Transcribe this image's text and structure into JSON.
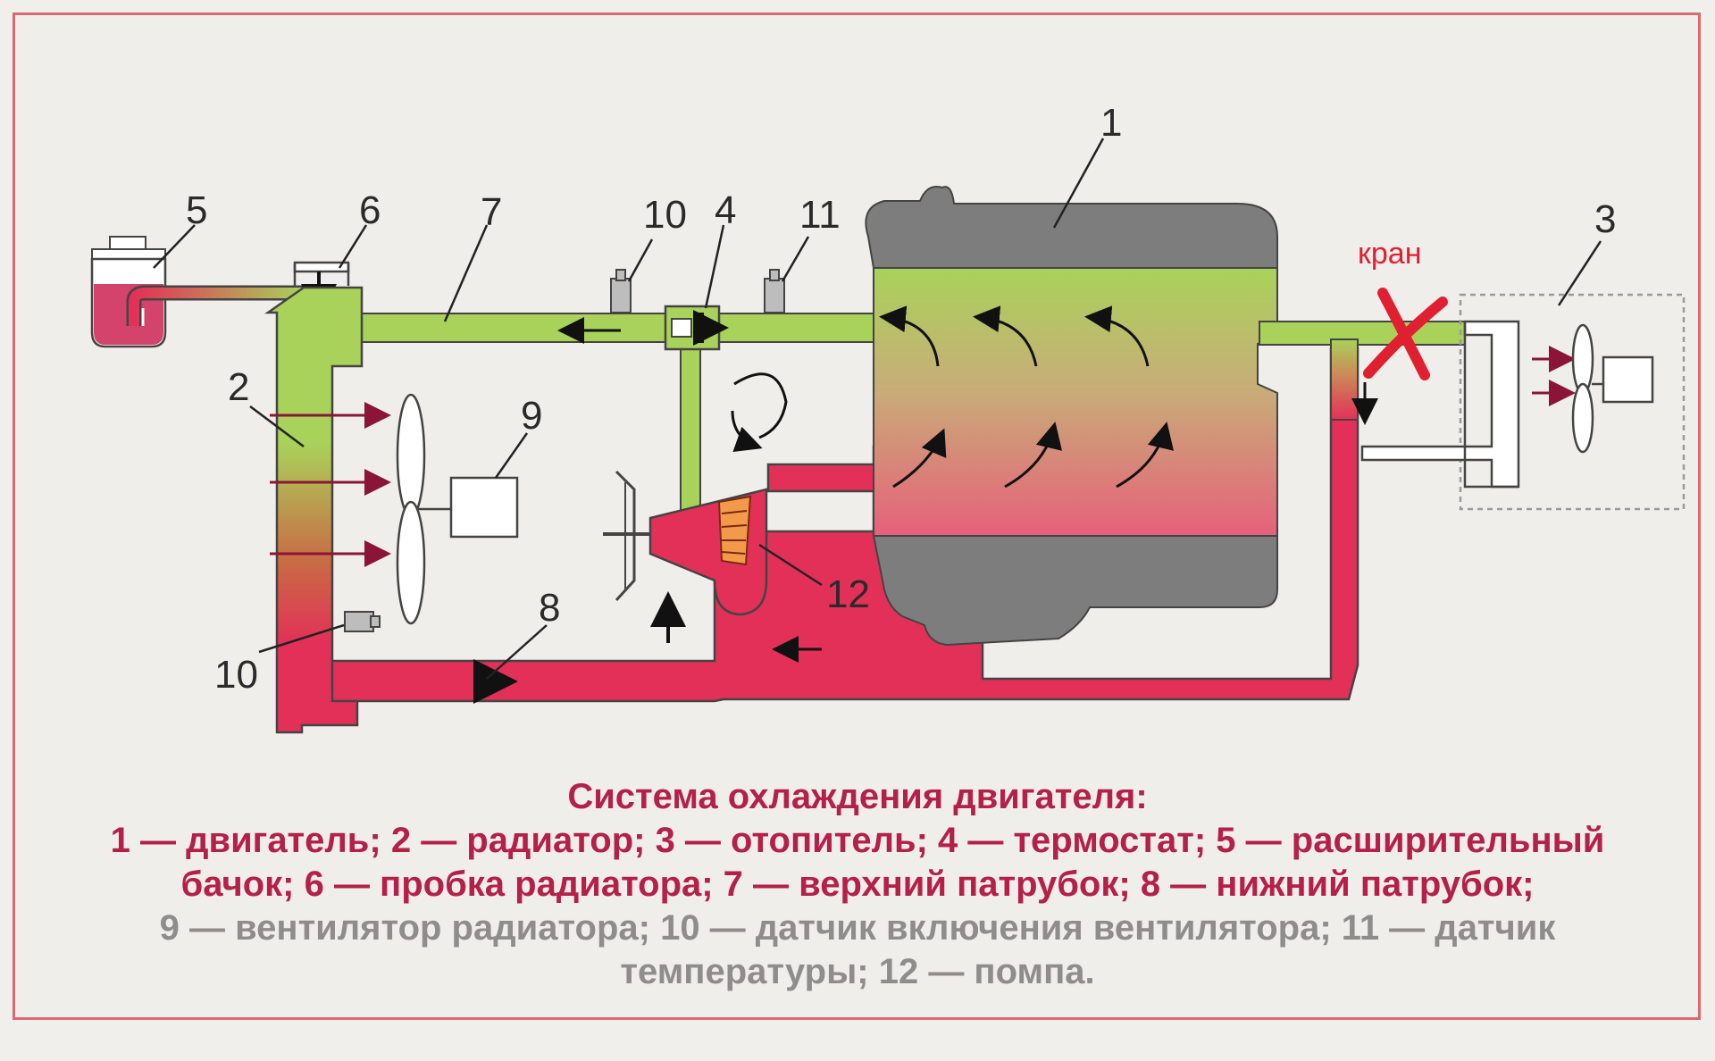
{
  "diagram": {
    "labels": {
      "n1": "1",
      "n2": "2",
      "n3": "3",
      "n4": "4",
      "n5": "5",
      "n6": "6",
      "n7": "7",
      "n8": "8",
      "n9": "9",
      "n10a": "10",
      "n10b": "10",
      "n11": "11",
      "n12": "12"
    },
    "kran_label": "кран",
    "colors": {
      "hot": "#e33058",
      "warm": "#e6617a",
      "cool": "#a9d25a",
      "engine_grey": "#7d7d7d",
      "annotation": "#e02030"
    }
  },
  "caption": {
    "title": "Система охлаждения двигателя:",
    "line1": "1 — двигатель; 2 — радиатор; 3 — отопитель; 4 — термостат; 5 — расширительный",
    "line2": "бачок; 6 — пробка радиатора; 7 — верхний патрубок; 8 —  нижний патрубок;",
    "line3": "9 — вентилятор радиатора; 10 — датчик включения вентилятора; 11 — датчик",
    "line4": "температуры; 12 — помпа."
  }
}
